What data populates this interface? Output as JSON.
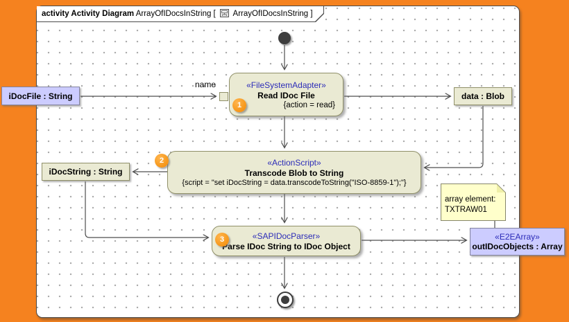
{
  "colors": {
    "background_orange": "#f5821f",
    "panel_border": "#4a4a4a",
    "action_fill": "#eaead3",
    "action_border": "#8f8f68",
    "object_lavender_fill": "#ccccff",
    "note_fill": "#ffffcb",
    "stereotype_blue": "#2b2bb8",
    "badge_orange": "#f79a1f",
    "arrow_gray": "#4d4d4d"
  },
  "frame": {
    "title_bold": "activity Activity Diagram",
    "title_name": "ArrayOfIDocsInString [",
    "title_suffix": "ArrayOfIDocsInString ]",
    "icon": "diagram-icon"
  },
  "edge_labels": {
    "name": "name"
  },
  "actions": {
    "read": {
      "badge": "1",
      "stereotype": "«FileSystemAdapter»",
      "name": "Read IDoc File",
      "constraint": "{action = read}"
    },
    "transcode": {
      "badge": "2",
      "stereotype": "«ActionScript»",
      "name": "Transcode Blob to String",
      "constraint": "{script = \"set iDocString = data.transcodeToString(\"ISO-8859-1\");\"}"
    },
    "parse": {
      "badge": "3",
      "stereotype": "«SAPIDocParser»",
      "name": "Parse IDoc String to IDoc Object"
    }
  },
  "objects": {
    "idocfile": {
      "label": "iDocFile : String"
    },
    "data": {
      "label": "data : Blob"
    },
    "idocstring": {
      "label": "iDocString : String"
    },
    "outidocobjects": {
      "stereotype": "«E2EArray»",
      "label": "outIDocObjects : Array"
    }
  },
  "note": {
    "line1": "array element:",
    "line2": "TXTRAW01"
  }
}
